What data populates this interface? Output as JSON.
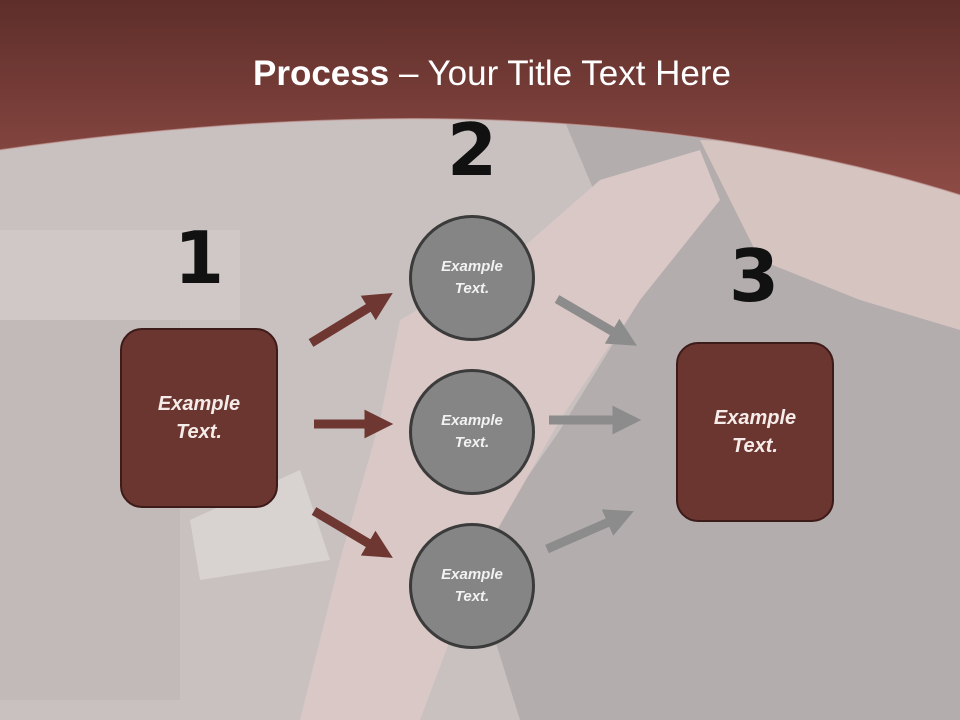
{
  "title": {
    "bold": "Process",
    "rest": " – Your Title Text Here"
  },
  "steps": [
    {
      "number": "1"
    },
    {
      "number": "2"
    },
    {
      "number": "3"
    }
  ],
  "left_box": {
    "label": "Example\nText."
  },
  "circles": [
    {
      "label": "Example\nText."
    },
    {
      "label": "Example\nText."
    },
    {
      "label": "Example\nText."
    }
  ],
  "right_box": {
    "label": "Example\nText."
  },
  "colors": {
    "header": "#7b3c36",
    "box_fill": "#6b3530",
    "circle_fill": "#858585",
    "arrow_dark": "#6e3732",
    "arrow_gray": "#8c8c8c"
  }
}
